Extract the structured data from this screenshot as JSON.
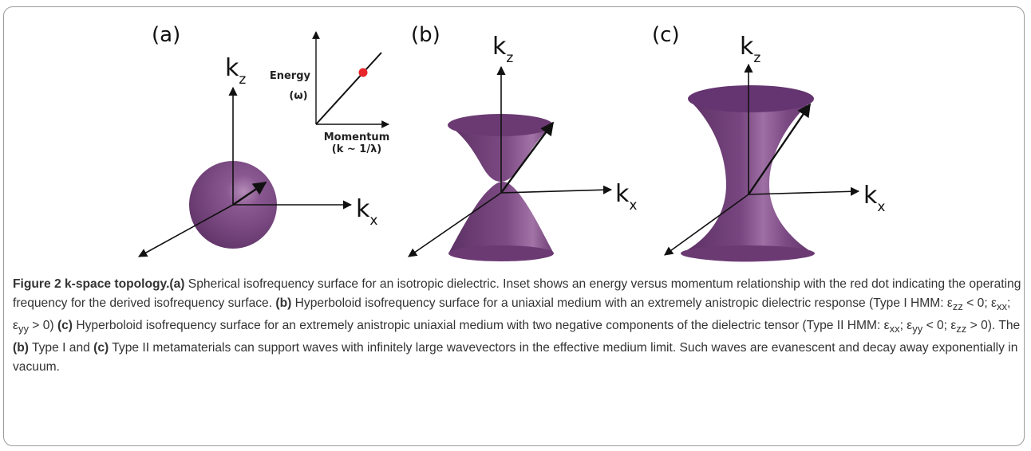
{
  "panels": [
    {
      "id": "(a)",
      "z_axis": "k",
      "z_sub": "z",
      "x_axis": "k",
      "x_sub": "x"
    },
    {
      "id": "(b)",
      "z_axis": "k",
      "z_sub": "z",
      "x_axis": "k",
      "x_sub": "x"
    },
    {
      "id": "(c)",
      "z_axis": "k",
      "z_sub": "z",
      "x_axis": "k",
      "x_sub": "x"
    }
  ],
  "inset": {
    "y_label_line1": "Energy",
    "y_label_line2": "(ω)",
    "x_label_line1": "Momentum",
    "x_label_line2": "(k ~ 1/λ)",
    "dot_color": "#e8262a"
  },
  "colors": {
    "surface": "#7c4a82",
    "surface_dark": "#5a2f61",
    "surface_light": "#a678ab"
  },
  "caption": {
    "fig_label": "Figure 2 k-space topology.",
    "a_tag": "(a)",
    "a_text": " Spherical isofrequency surface for an isotropic dielectric. Inset shows an energy versus momentum relationship with the red dot indicating the operating frequency for the derived isofrequency surface. ",
    "b_tag": "(b)",
    "b_text": " Hyperboloid isofrequency surface for a uniaxial medium with an extremely anistropic dielectric response (Type I HMM: ε",
    "b_sub1": "zz",
    "b_mid1": " < 0; ε",
    "b_sub2": "xx",
    "b_mid2": "; ε",
    "b_sub3": "yy",
    "b_end": " > 0) ",
    "c_tag": "(c)",
    "c_text": " Hyperboloid isofrequency surface for an extremely anistropic uniaxial medium with two negative components of the dielectric tensor (Type II HMM: ε",
    "c_sub1": "xx",
    "c_mid1": "; ε",
    "c_sub2": "yy",
    "c_mid2": " < 0; ε",
    "c_sub3": "zz",
    "c_end": " > 0). The ",
    "b2_tag": "(b)",
    "mid_text": " Type I and ",
    "c2_tag": "(c)",
    "tail_text": " Type II metamaterials can support waves with infinitely large wavevectors in the effective medium limit. Such waves are evanescent and decay away exponentially in vacuum."
  }
}
